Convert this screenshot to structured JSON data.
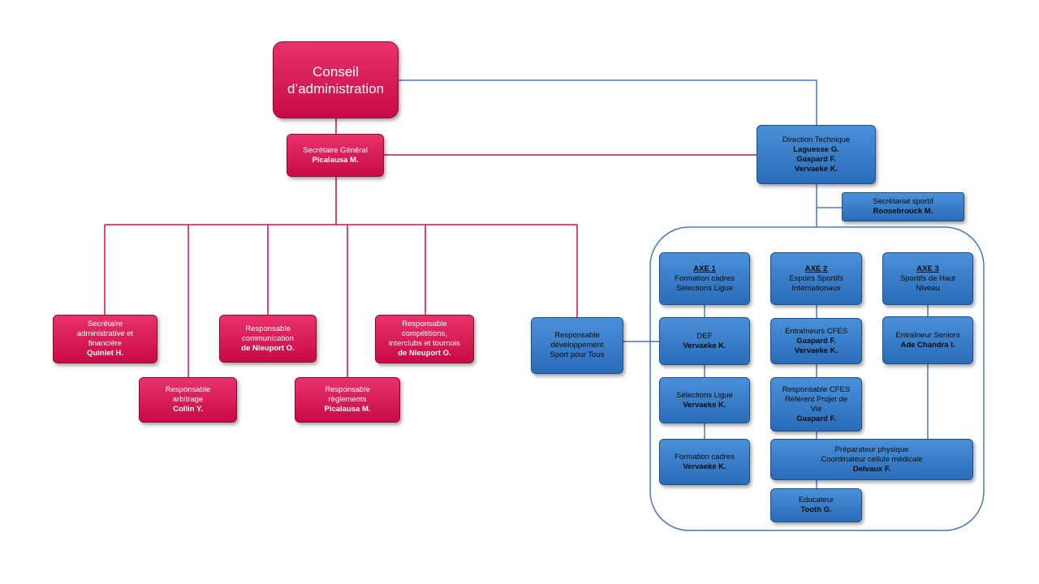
{
  "conseil": {
    "line1": "Conseil",
    "line2": "d’administration"
  },
  "secretaire_general": {
    "title": "Secrétaire Général",
    "name": "Picalausa M."
  },
  "direction_technique": {
    "title": "Direction Technique",
    "names": [
      "Laguesse G.",
      "Gaspard F.",
      "Vervaeke K."
    ]
  },
  "secretariat_sportif": {
    "title": "Secrétariat sportif",
    "name": "Roosebrouck M."
  },
  "secretaire_admin": {
    "lines": [
      "Secrétaire",
      "administrative et",
      "financière"
    ],
    "name": "Quiniet H."
  },
  "resp_arbitrage": {
    "lines": [
      "Responsable",
      "arbitrage"
    ],
    "name": "Collin Y."
  },
  "resp_communication": {
    "lines": [
      "Responsable",
      "communication"
    ],
    "name": "de Nieuport O."
  },
  "resp_reglements": {
    "lines": [
      "Responsable",
      "règlements"
    ],
    "name": "Picalausa M."
  },
  "resp_competitions": {
    "lines": [
      "Responsable",
      "compétitions,",
      "interclubs et tournois"
    ],
    "name": "de Nieuport O."
  },
  "resp_developpement": {
    "lines": [
      "Responsable",
      "développement",
      "Sport pour Tous"
    ]
  },
  "axe1": {
    "heading": "AXE 1",
    "lines": [
      "Formation cadres",
      "Sélections Ligue"
    ]
  },
  "axe2": {
    "heading": "AXE 2",
    "lines": [
      "Espoirs Sportifs",
      "Internationaux"
    ]
  },
  "axe3": {
    "heading": "AXE 3",
    "lines": [
      "Sportifs de Haut",
      "Niveau"
    ]
  },
  "def": {
    "title": "DEF",
    "name": "Vervaeke K."
  },
  "selections_ligue": {
    "title": "Sélections Ligue",
    "name": "Vervaeke K."
  },
  "formation_cadres": {
    "title": "Formation cadres",
    "name": "Vervaeke K."
  },
  "entraineurs_cfes": {
    "title": "Entraîneurs CFES",
    "names": [
      "Gaspard F.",
      "Vervaeke K."
    ]
  },
  "resp_cfes": {
    "lines": [
      "Responsable CFES",
      "Référent Projet de",
      "Vie"
    ],
    "name": "Gaspard F."
  },
  "entraineur_seniors": {
    "title": "Entraîneur Seniors",
    "name": "Ade Chandra I."
  },
  "preparateur": {
    "lines": [
      "Préparateur physique",
      "Coordinateur cellule médicale"
    ],
    "name": "Delvaux F."
  },
  "educateur": {
    "title": "Educateur",
    "name": "Tooth G."
  },
  "colors": {
    "red": "#d4145a",
    "blue": "#3a7fd0",
    "red_line": "#c8104e",
    "blue_line": "#4a78c0"
  }
}
